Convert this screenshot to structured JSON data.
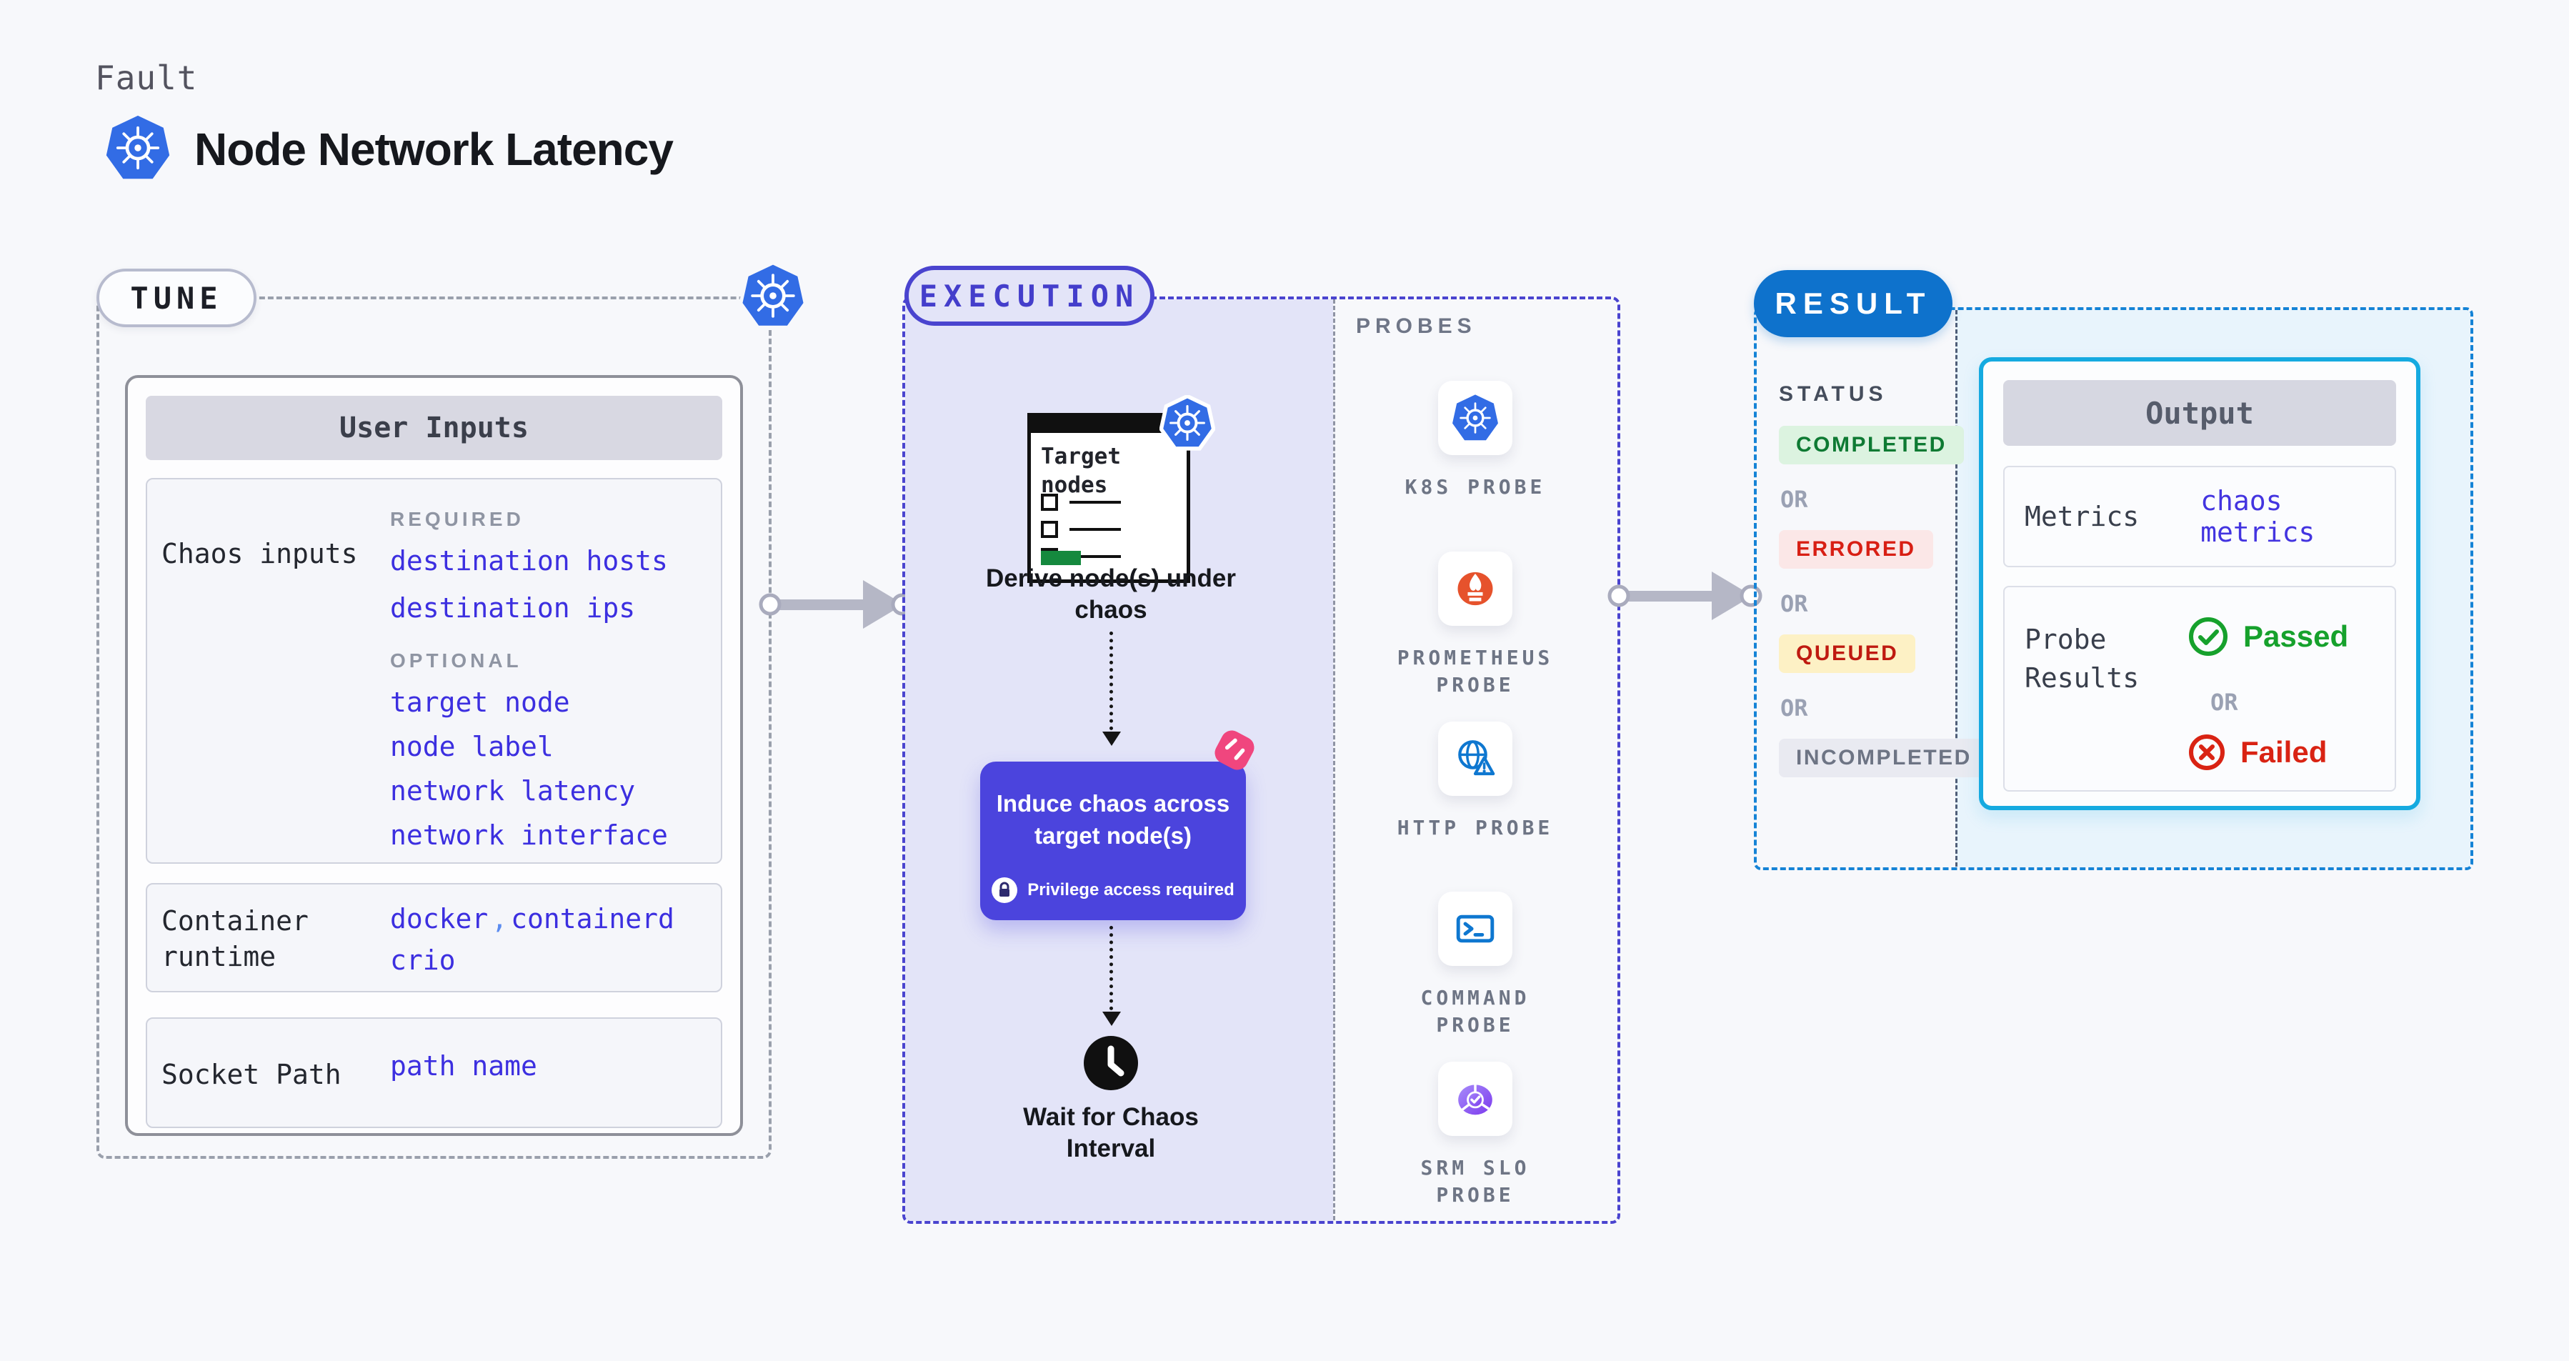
{
  "header": {
    "fault_label": "Fault",
    "title": "Node Network Latency"
  },
  "tune": {
    "badge": "TUNE",
    "user_inputs_title": "User Inputs",
    "chaos_label": "Chaos inputs",
    "required_heading": "REQUIRED",
    "required_items": [
      "destination hosts",
      "destination ips"
    ],
    "optional_heading": "OPTIONAL",
    "optional_items": [
      "target node",
      "node label",
      "network latency",
      "network interface"
    ],
    "runtime_label": "Container runtime",
    "runtime_values": [
      "docker",
      "containerd",
      "crio"
    ],
    "runtime_separator": ",",
    "socket_label": "Socket Path",
    "socket_value": "path name"
  },
  "execution": {
    "badge": "EXECUTION",
    "target_window_title": "Target nodes",
    "derive_label": "Derive node(s) under chaos",
    "induce_label": "Induce chaos across target node(s)",
    "privilege_label": "Privilege access required",
    "wait_label": "Wait for Chaos Interval",
    "probes_heading": "PROBES",
    "probes": [
      {
        "label": "K8S PROBE",
        "icon": "kubernetes-icon"
      },
      {
        "label": "PROMETHEUS PROBE",
        "icon": "prometheus-icon"
      },
      {
        "label": "HTTP PROBE",
        "icon": "globe-warning-icon"
      },
      {
        "label": "COMMAND PROBE",
        "icon": "terminal-icon"
      },
      {
        "label": "SRM SLO PROBE",
        "icon": "slo-pie-check-icon"
      }
    ]
  },
  "result": {
    "badge": "RESULT",
    "status_heading": "STATUS",
    "or_label": "OR",
    "statuses": [
      {
        "label": "COMPLETED",
        "text_color": "#0e7a33",
        "bg_color": "#dcf3e0"
      },
      {
        "label": "ERRORED",
        "text_color": "#d81f14",
        "bg_color": "#fbe7e7"
      },
      {
        "label": "QUEUED",
        "text_color": "#bf1a10",
        "bg_color": "#fdf1c5"
      },
      {
        "label": "INCOMPLETED",
        "text_color": "#6d7484",
        "bg_color": "#e9eaf1"
      }
    ],
    "output": {
      "title": "Output",
      "metrics_label": "Metrics",
      "metrics_value": "chaos metrics",
      "probe_results_label": "Probe Results",
      "passed_label": "Passed",
      "failed_label": "Failed",
      "or_label": "OR"
    }
  },
  "colors": {
    "page_bg": "#f7f8fb",
    "accent_indigo": "#4a44cf",
    "execution_lavender": "#e3e4f8",
    "value_blue": "#3c2fe0",
    "comma_blue": "#5b8cf0",
    "kubernetes_blue": "#326ce5",
    "prometheus_orange": "#e6522c",
    "probe_icon_blue": "#0e77d0",
    "srm_purple": "#8b5cf6",
    "induce_box_bg": "#4b44dd",
    "litmus_pink": "#f0467e",
    "target_green": "#15893e",
    "result_pill_blue": "#0e72cc",
    "result_dash_blue": "#1583d6",
    "output_border_cyan": "#15aae0",
    "output_zone_bg": "#e8f4fc",
    "passed_green": "#16a12c",
    "failed_red": "#d92313"
  }
}
